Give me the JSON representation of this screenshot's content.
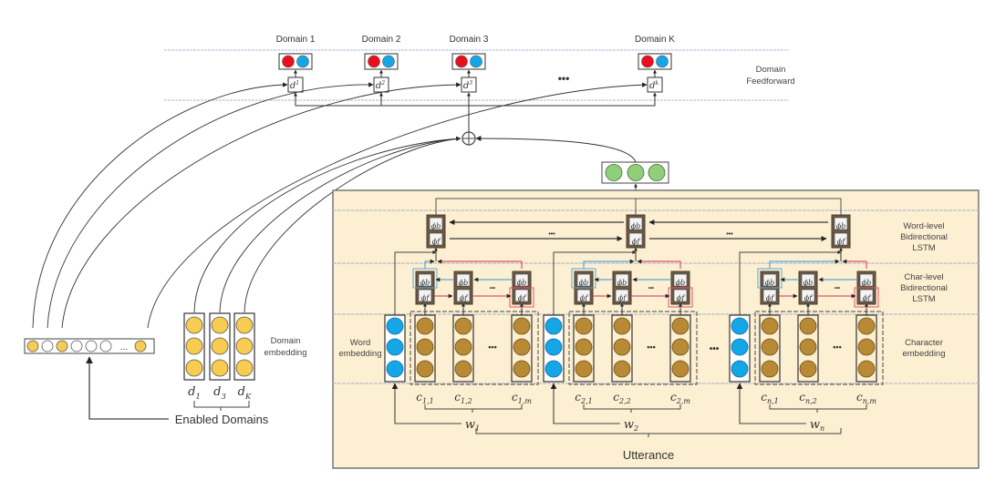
{
  "domain_layer": {
    "domains": [
      {
        "label": "Domain 1",
        "node": "d",
        "sup": "1"
      },
      {
        "label": "Domain 2",
        "node": "d",
        "sup": "2"
      },
      {
        "label": "Domain 3",
        "node": "d",
        "sup": "3"
      },
      {
        "label": "Domain K",
        "node": "d",
        "sup": "k"
      }
    ],
    "ellipsis": "•••",
    "side_label_line1": "Domain",
    "side_label_line2": "Feedforward"
  },
  "combine": {
    "symbol": "⊕"
  },
  "enabled_domains": {
    "vector_states": [
      "on",
      "off",
      "on",
      "off",
      "off",
      "off",
      "ellipsis",
      "on"
    ],
    "ellipsis": "...",
    "label": "Enabled Domains"
  },
  "domain_embedding": {
    "columns": [
      {
        "sub_label": "d",
        "sub": "1"
      },
      {
        "sub_label": "d",
        "sub": "3"
      },
      {
        "sub_label": "d",
        "sub": "K"
      }
    ],
    "side_label_line1": "Domain",
    "side_label_line2": "embedding"
  },
  "encoder": {
    "row_labels": {
      "word_lstm": [
        "Word-level",
        "Bidirectional",
        "LSTM"
      ],
      "char_lstm": [
        "Char-level",
        "Bidirectional",
        "LSTM"
      ],
      "char_emb": [
        "Character",
        "embedding"
      ],
      "word_emb": [
        "Word",
        "embedding"
      ]
    },
    "lstm_cell": {
      "backward": "ϕ",
      "backward_sup": "c",
      "backward_sub": "b",
      "forward": "ϕ",
      "forward_sup": "c",
      "forward_sub": "f"
    },
    "words": [
      {
        "word": "w",
        "word_sub": "1",
        "chars": [
          "1,1",
          "1,2",
          "1,m"
        ]
      },
      {
        "word": "w",
        "word_sub": "2",
        "chars": [
          "2,1",
          "2,2",
          "2,m"
        ]
      },
      {
        "word": "w",
        "word_sub": "n",
        "chars": [
          "n,1",
          "n,2",
          "n,m"
        ]
      }
    ],
    "char_symbol": "c",
    "ellipsis": "•••",
    "small_ellipsis": "•••",
    "utterance_label": "Utterance"
  },
  "colors": {
    "red": "#e8101e",
    "blue": "#14a6e6",
    "green": "#8fcf7a",
    "brown": "#b98a35",
    "yellow": "#f8cc50",
    "panel": "#fdf0d2",
    "blue_line": "#8aa4cf",
    "pink_line": "#e2506c",
    "lstm_blue": "#5aa7d8"
  }
}
